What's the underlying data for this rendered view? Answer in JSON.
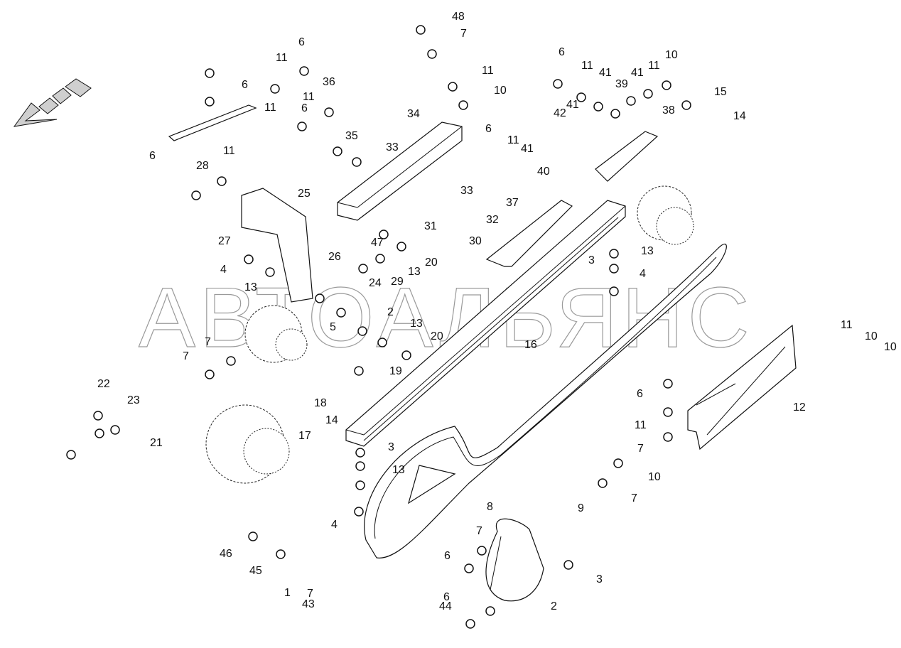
{
  "watermark": "АВТОАЛЬЯНС",
  "callouts": [
    "48",
    "7",
    "11",
    "10",
    "6",
    "11",
    "41",
    "41",
    "11",
    "10",
    "39",
    "15",
    "14",
    "38",
    "6",
    "11",
    "6",
    "11",
    "36",
    "6",
    "11",
    "28",
    "11",
    "6",
    "35",
    "33",
    "34",
    "42",
    "41",
    "6",
    "11",
    "41",
    "40",
    "25",
    "33",
    "32",
    "31",
    "37",
    "27",
    "26",
    "47",
    "20",
    "30",
    "3",
    "13",
    "4",
    "4",
    "13",
    "29",
    "13",
    "24",
    "5",
    "2",
    "13",
    "20",
    "16",
    "7",
    "11",
    "10",
    "10",
    "7",
    "19",
    "22",
    "23",
    "18",
    "14",
    "21",
    "6",
    "11",
    "7",
    "12",
    "17",
    "3",
    "13",
    "7",
    "6",
    "10",
    "7",
    "9",
    "8",
    "4",
    "46",
    "45",
    "7",
    "6",
    "3",
    "2",
    "1",
    "43",
    "44",
    "4"
  ]
}
